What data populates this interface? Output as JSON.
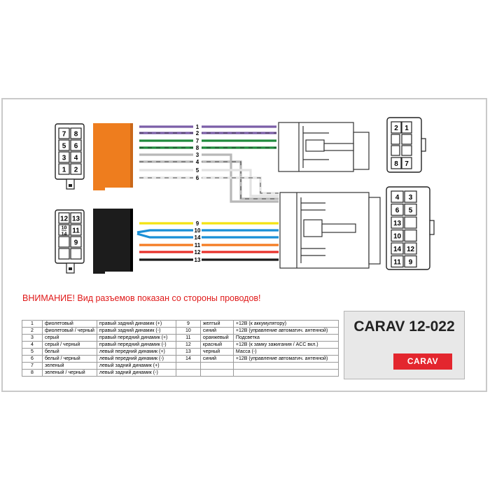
{
  "warning": "ВНИМАНИЕ! Вид разъемов показан со стороны проводов!",
  "model": "CARAV 12-022",
  "logo_text": "CARAV",
  "colors": {
    "violet": "#7b5ea7",
    "green": "#1e8a3c",
    "gray": "#b8b8b8",
    "white": "#e2e2e2",
    "yellow": "#f3e313",
    "blue": "#1a8fd6",
    "orange": "#f47a20",
    "red": "#e8302a",
    "black": "#1a1a1a",
    "connector_orange": "#ee7d1e",
    "connector_black": "#1c1c1c",
    "brand_red": "#e3262e",
    "warning_red": "#e01919"
  },
  "top_wires": [
    "1",
    "2",
    "7",
    "8",
    "3",
    "4",
    "5",
    "6"
  ],
  "bottom_wires": [
    "9",
    "10",
    "14",
    "11",
    "12",
    "13"
  ],
  "iso_power_pins": [
    "7",
    "8",
    "5",
    "6",
    "3",
    "4",
    "1",
    "2"
  ],
  "iso_speaker_pins": [
    "12",
    "13",
    "10\n14",
    "11",
    "9"
  ],
  "car_top_pins": [
    "2",
    "1",
    "8",
    "7"
  ],
  "car_bottom_pins": [
    "4",
    "3",
    "6",
    "5",
    "13",
    "10",
    "14",
    "12",
    "11",
    "9"
  ],
  "legend_rows": [
    {
      "n1": "1",
      "c1": "фиолетовый",
      "f1": "правый задний динамик (+)",
      "n2": "9",
      "c2": "желтый",
      "f2": "+12В (к аккумулятору)"
    },
    {
      "n1": "2",
      "c1": "фиолетовый / черный",
      "f1": "правый задний динамик (-)",
      "n2": "10",
      "c2": "синий",
      "f2": "+12В (управление автоматич. антенной)"
    },
    {
      "n1": "3",
      "c1": "серый",
      "f1": "правый передний динамик (+)",
      "n2": "11",
      "c2": "оранжевый",
      "f2": "Подсветка"
    },
    {
      "n1": "4",
      "c1": "серый / черный",
      "f1": "правый передний динамик (-)",
      "n2": "12",
      "c2": "красный",
      "f2": "+12В (к замку зажигания / ACC вкл.)"
    },
    {
      "n1": "5",
      "c1": "белый",
      "f1": "левый передний динамик (+)",
      "n2": "13",
      "c2": "черный",
      "f2": "Масса (-)"
    },
    {
      "n1": "6",
      "c1": "белый / черный",
      "f1": "левый передний динамик (-)",
      "n2": "14",
      "c2": "синий",
      "f2": "+12В (управление автоматич. антенной)"
    },
    {
      "n1": "7",
      "c1": "зеленый",
      "f1": "левый задний динамик (+)",
      "n2": "",
      "c2": "",
      "f2": ""
    },
    {
      "n1": "8",
      "c1": "зеленый / черный",
      "f1": "левый задний динамик (-)",
      "n2": "",
      "c2": "",
      "f2": ""
    }
  ]
}
